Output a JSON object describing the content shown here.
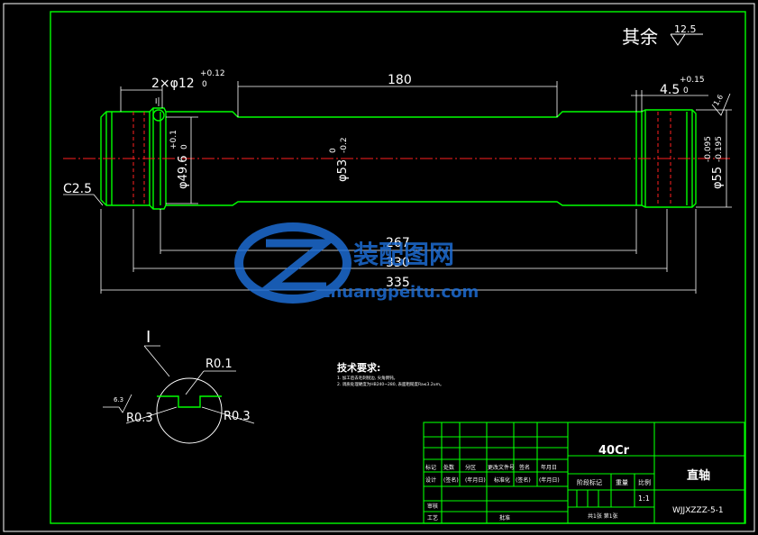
{
  "roughness": {
    "prefix": "其余",
    "value": "12.5"
  },
  "dimensions": {
    "holes": "2×φ12",
    "holes_tol_upper": "+0.12",
    "holes_tol_lower": "0",
    "len_180": "180",
    "len_45": "4.5",
    "len_45_tol_upper": "+0.15",
    "len_45_tol_lower": "0",
    "dia_496": "φ49.6",
    "dia_496_tol_upper": "+0.1",
    "dia_496_tol_lower": "0",
    "dia_53": "φ53",
    "dia_53_tol_upper": "0",
    "dia_53_tol_lower": "-0.2",
    "dia_55": "φ55",
    "dia_55_tol_upper": "-0.095",
    "dia_55_tol_lower": "-0.195",
    "chamfer": "C2.5",
    "len_267": "267",
    "len_330": "330",
    "len_335": "335",
    "small_right": "1.6",
    "small_left": "I"
  },
  "detail": {
    "label": "I",
    "r_top": "R0.1",
    "r_left": "R0.3",
    "r_right": "R0.3",
    "roughness": "6.3"
  },
  "notes": {
    "title": "技术要求:",
    "line1": "1. 加工后去毛刺锐边, 尖角倒钝。",
    "line2": "2. 调质处理硬度为HB240~280, 表面粗糙度Ra≤3.2um。"
  },
  "title_block": {
    "material": "40Cr",
    "part_name": "直轴",
    "drawing_no": "WJJXZZZ-5-1",
    "scale": "1:1",
    "stage_label": "阶段标记",
    "weight_label": "重量",
    "scale_label": "比例",
    "sheets": "共1张  第1张",
    "marks": "标记",
    "count": "处数",
    "zone": "分区",
    "doc_no": "更改文件号",
    "sign": "签名",
    "date": "年月日",
    "design": "设计",
    "sig_placeholder": "(签名)",
    "date_placeholder": "(年月日)",
    "standard": "标准化",
    "review": "审核",
    "process": "工艺",
    "approve": "批准"
  },
  "watermark": {
    "brand": "装配图网",
    "url": "zhuangpeitu.com"
  },
  "colors": {
    "outline": "#00ff00",
    "centerline": "#ff2020",
    "text": "#ffffff",
    "watermark": "#1e6fd9"
  }
}
